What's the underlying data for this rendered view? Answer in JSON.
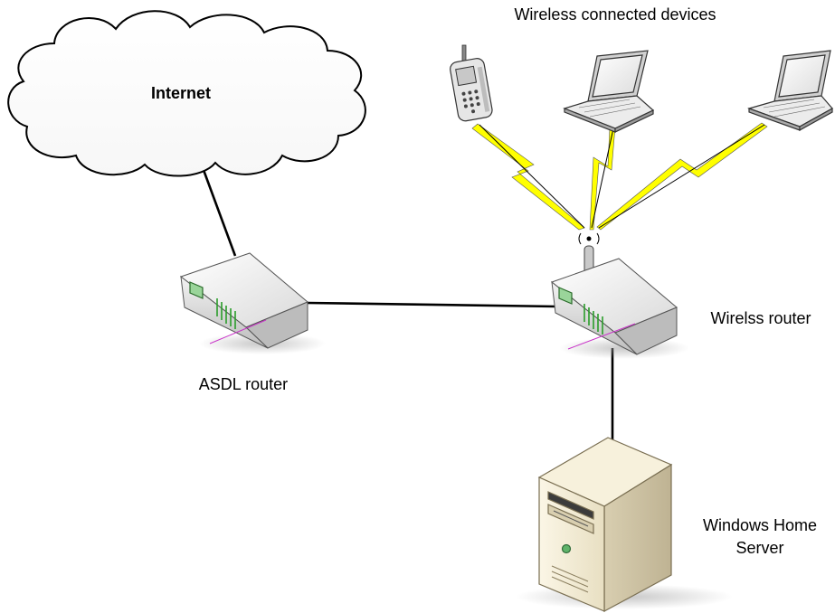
{
  "labels": {
    "internet": "Internet",
    "wireless_devices": "Wireless connected devices",
    "asdl_router": "ASDL router",
    "wireless_router": "Wirelss router",
    "server_line1": "Windows Home",
    "server_line2": "Server"
  },
  "colors": {
    "wireless_signal": "#ffff00",
    "port_lights": "#2a9d2a",
    "device_body": "#f3f3f3",
    "server_body": "#f4edd6"
  },
  "icons": [
    "cloud-icon",
    "router-icon",
    "antenna-icon",
    "phone-icon",
    "laptop-icon",
    "server-icon"
  ]
}
